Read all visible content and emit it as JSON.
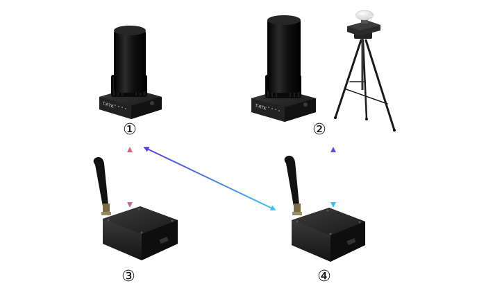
{
  "labels": {
    "device_1": "①",
    "device_2": "②",
    "device_3": "③",
    "device_4": "④"
  },
  "device_markings": {
    "module_brand": "T-RTK"
  },
  "icons": {
    "device_1": "rtk-receiver-icon",
    "device_2": "rtk-receiver-on-tripod-icon",
    "device_3": "radio-module-icon",
    "device_4": "radio-module-icon"
  },
  "colors": {
    "receiver_body": "#1a1a1a",
    "antenna_cylinder": "#0d0d0d",
    "base_plate": "#2a2a2a",
    "radio_box": "#1c1c1c",
    "arrow_red": "#e0607a",
    "arrow_blue": "#4a7cf0",
    "arrow_purple": "#6a4ae0",
    "arrow_cyan": "#3aaef0"
  }
}
